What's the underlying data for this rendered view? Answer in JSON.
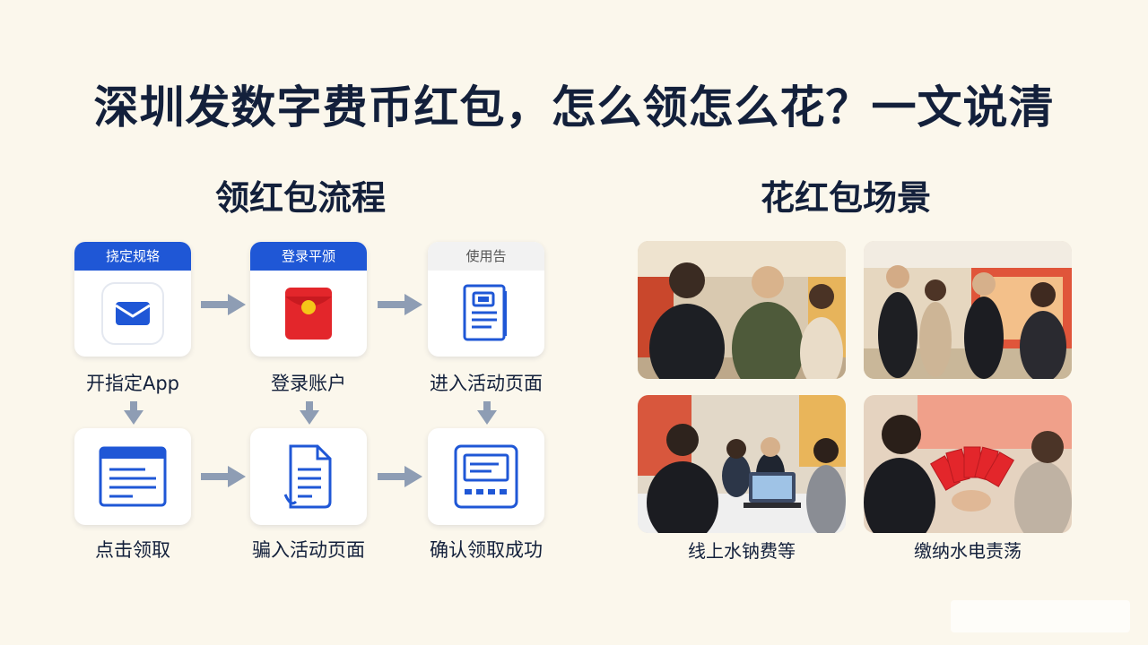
{
  "title": "深圳发数字费币红包，怎么领怎么花？一文说清",
  "left_section": {
    "title": "领红包流程",
    "steps": [
      {
        "header": "挠定规辂",
        "label": "开指定App",
        "icon": "mail-app-icon"
      },
      {
        "header": "登录平颁",
        "label": "登录账户",
        "icon": "red-envelope-icon"
      },
      {
        "header": "使用告",
        "label": "进入活动页面",
        "icon": "document-icon"
      },
      {
        "label": "点击领取",
        "icon": "browser-window-icon"
      },
      {
        "label": "骗入活动页面",
        "icon": "file-icon"
      },
      {
        "label": "确认领取成功",
        "icon": "device-screen-icon"
      }
    ]
  },
  "right_section": {
    "title": "花红包场景",
    "photos": [
      {
        "caption": "",
        "scene": "shopping-mall-people"
      },
      {
        "caption": "",
        "scene": "store-people"
      },
      {
        "caption": "线上水钠费等",
        "scene": "laptop-payment"
      },
      {
        "caption": "缴纳水电责荡",
        "scene": "red-envelopes"
      }
    ]
  },
  "colors": {
    "background": "#fbf7ec",
    "accent_blue": "#1f57d6",
    "arrow_gray": "#8e9db4",
    "red_envelope": "#e3262b",
    "text": "#13203b"
  }
}
